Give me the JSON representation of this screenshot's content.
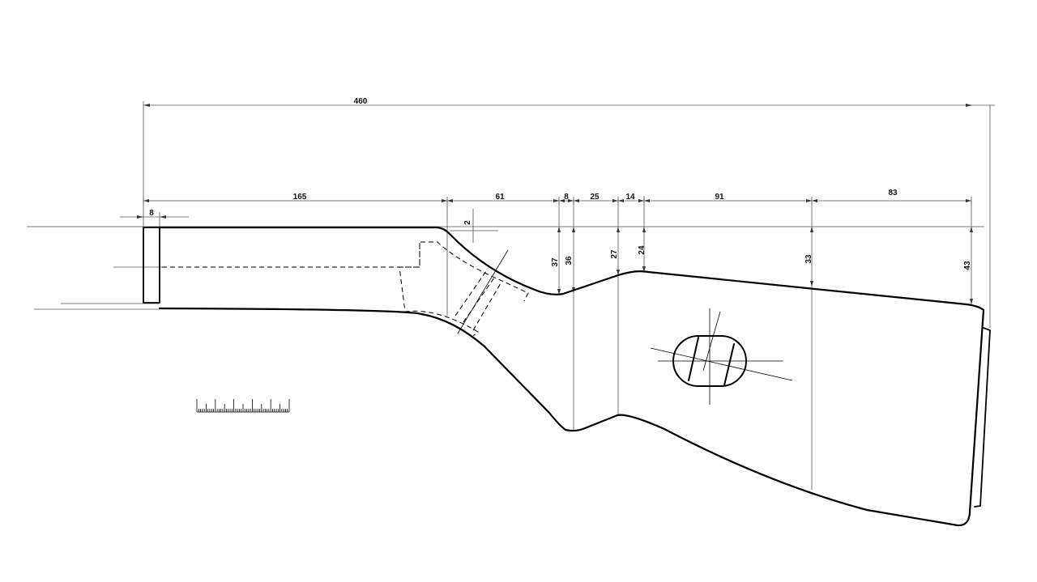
{
  "drawing": {
    "dimensions": {
      "overall_length": "460",
      "butt_plate": "8",
      "butt_section": "165",
      "grip_transition": "61",
      "comb_offset": "8",
      "comb_rise": "25",
      "comb_peak": "14",
      "stock_mid": "91",
      "stock_end": "83",
      "top_drop": "2",
      "drop_37": "37",
      "drop_36": "36",
      "drop_27": "27",
      "drop_24": "24",
      "drop_33": "33",
      "drop_43": "43"
    },
    "stroke_color": "#000000",
    "dimension_color": "#555555"
  }
}
